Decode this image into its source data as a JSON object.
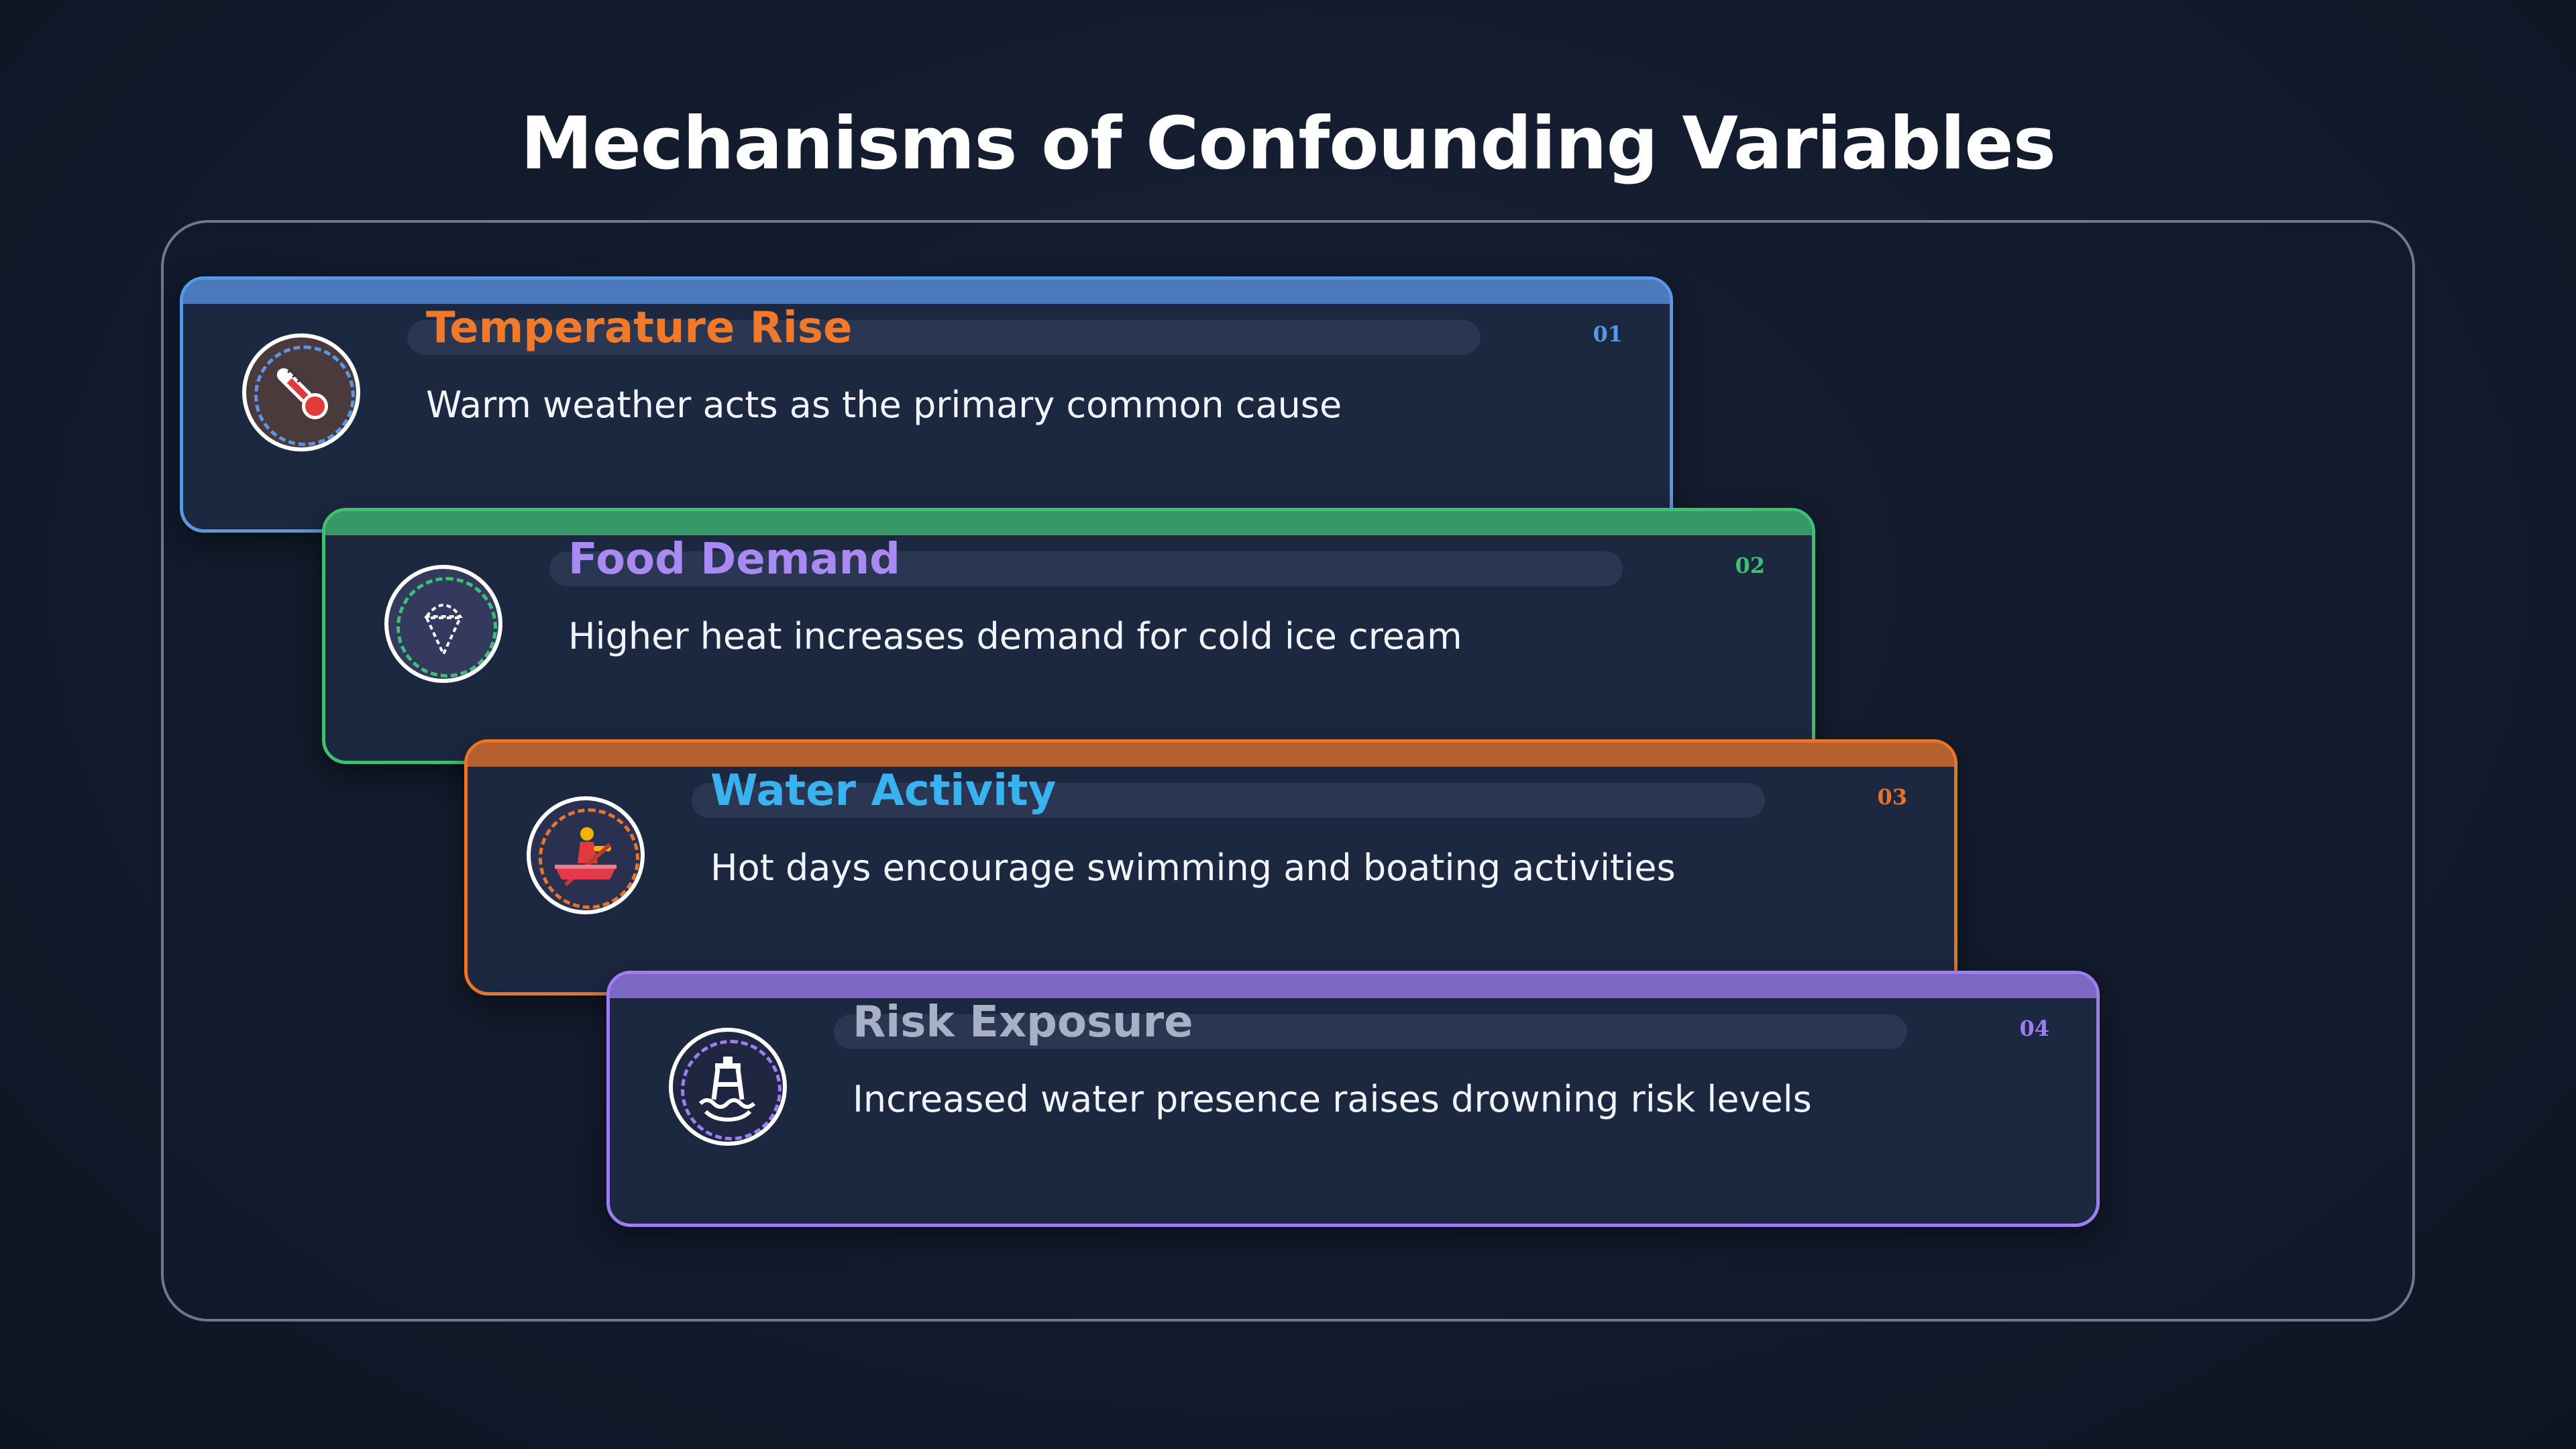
{
  "title": "Mechanisms of Confounding Variables",
  "cards": [
    {
      "title": "Temperature Rise",
      "description": "Warm weather acts as the primary common cause",
      "number": "01",
      "icon": "thermometer-icon",
      "accent_color": "#5a96e6",
      "title_color": "#f0792a"
    },
    {
      "title": "Food Demand",
      "description": "Higher heat increases demand for cold ice cream",
      "number": "02",
      "icon": "ice-cream-icon",
      "accent_color": "#3fbf73",
      "title_color": "#a98af2"
    },
    {
      "title": "Water Activity",
      "description": "Hot days encourage swimming and boating activities",
      "number": "03",
      "icon": "rowing-boat-icon",
      "accent_color": "#e8742a",
      "title_color": "#38b3f0"
    },
    {
      "title": "Risk Exposure",
      "description": "Increased water presence raises drowning risk levels",
      "number": "04",
      "icon": "lifeguard-tower-icon",
      "accent_color": "#9d7ef0",
      "title_color": "#a7b0c4"
    }
  ]
}
